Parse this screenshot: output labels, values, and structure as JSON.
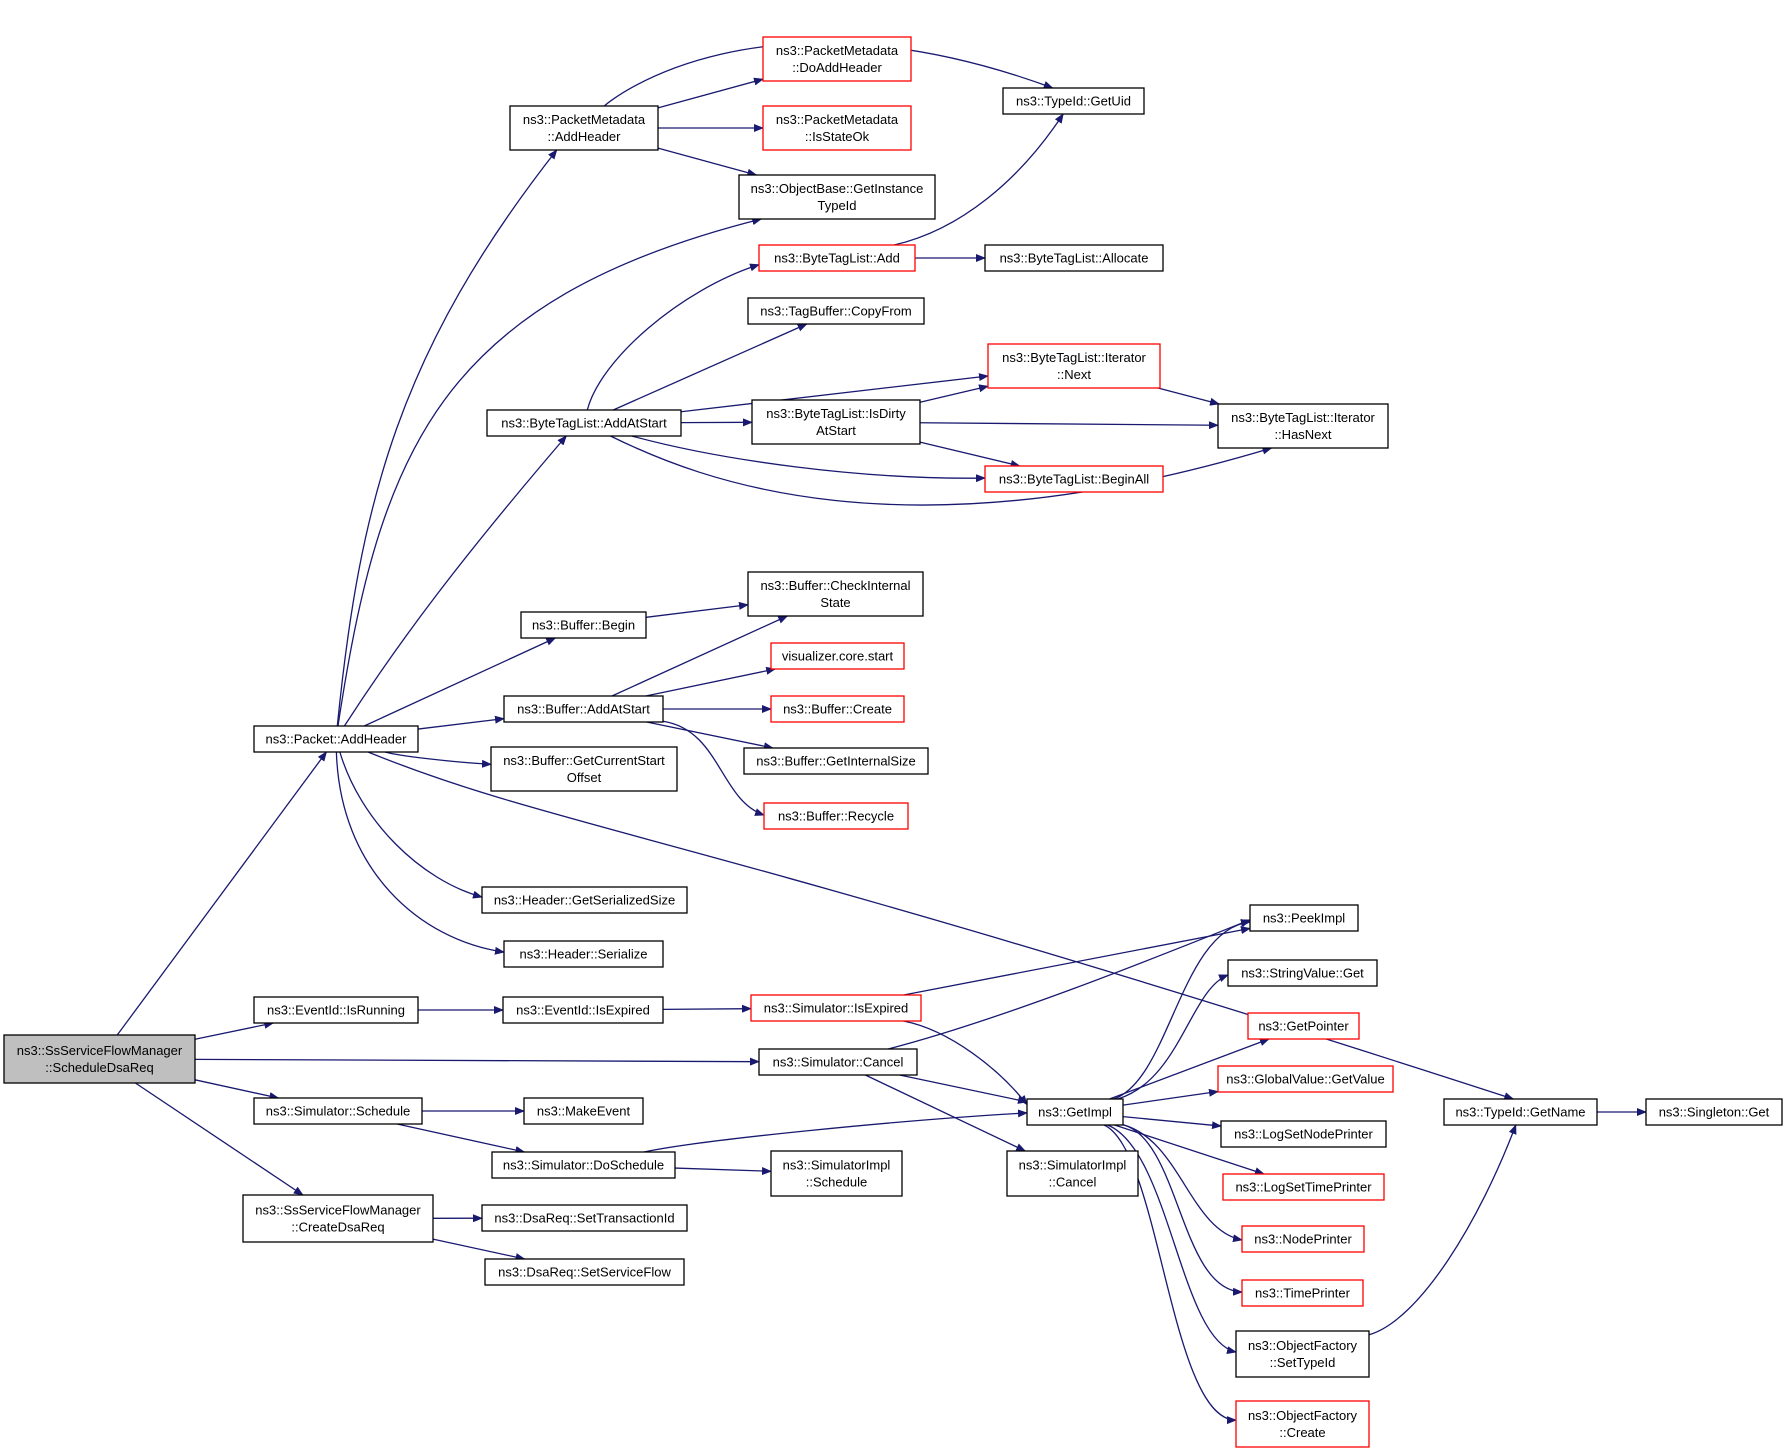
{
  "colors": {
    "edge": "#191970",
    "node_border": "#000000",
    "incomplete_border": "#ff0000",
    "root_fill": "#bfbfbf",
    "node_fill": "#ffffff"
  },
  "nodes": [
    {
      "id": "root",
      "lines": [
        "ns3::SsServiceFlowManager",
        "::ScheduleDsaReq"
      ],
      "kind": "root"
    },
    {
      "id": "packet_addheader",
      "lines": [
        "ns3::Packet::AddHeader"
      ],
      "kind": "normal"
    },
    {
      "id": "eventid_isrunning",
      "lines": [
        "ns3::EventId::IsRunning"
      ],
      "kind": "normal"
    },
    {
      "id": "simulator_cancel",
      "lines": [
        "ns3::Simulator::Cancel"
      ],
      "kind": "normal"
    },
    {
      "id": "simulator_schedule",
      "lines": [
        "ns3::Simulator::Schedule"
      ],
      "kind": "normal"
    },
    {
      "id": "createdsareq",
      "lines": [
        "ns3::SsServiceFlowManager",
        "::CreateDsaReq"
      ],
      "kind": "normal"
    },
    {
      "id": "pm_addheader",
      "lines": [
        "ns3::PacketMetadata",
        "::AddHeader"
      ],
      "kind": "normal"
    },
    {
      "id": "pm_doaddheader",
      "lines": [
        "ns3::PacketMetadata",
        "::DoAddHeader"
      ],
      "kind": "red"
    },
    {
      "id": "pm_isstateok",
      "lines": [
        "ns3::PacketMetadata",
        "::IsStateOk"
      ],
      "kind": "red"
    },
    {
      "id": "typeid_getuid",
      "lines": [
        "ns3::TypeId::GetUid"
      ],
      "kind": "normal"
    },
    {
      "id": "objectbase_getinstancetypeid",
      "lines": [
        "ns3::ObjectBase::GetInstance",
        "TypeId"
      ],
      "kind": "normal"
    },
    {
      "id": "btl_add",
      "lines": [
        "ns3::ByteTagList::Add"
      ],
      "kind": "red"
    },
    {
      "id": "btl_allocate",
      "lines": [
        "ns3::ByteTagList::Allocate"
      ],
      "kind": "normal"
    },
    {
      "id": "tagbuffer_copyfrom",
      "lines": [
        "ns3::TagBuffer::CopyFrom"
      ],
      "kind": "normal"
    },
    {
      "id": "btl_iter_next",
      "lines": [
        "ns3::ByteTagList::Iterator",
        "::Next"
      ],
      "kind": "red"
    },
    {
      "id": "btl_addatstart",
      "lines": [
        "ns3::ByteTagList::AddAtStart"
      ],
      "kind": "normal"
    },
    {
      "id": "btl_isdirtyatstart",
      "lines": [
        "ns3::ByteTagList::IsDirty",
        "AtStart"
      ],
      "kind": "normal"
    },
    {
      "id": "btl_iter_hasnext",
      "lines": [
        "ns3::ByteTagList::Iterator",
        "::HasNext"
      ],
      "kind": "normal"
    },
    {
      "id": "btl_beginall",
      "lines": [
        "ns3::ByteTagList::BeginAll"
      ],
      "kind": "red"
    },
    {
      "id": "buffer_checkinternalstate",
      "lines": [
        "ns3::Buffer::CheckInternal",
        "State"
      ],
      "kind": "normal"
    },
    {
      "id": "buffer_begin",
      "lines": [
        "ns3::Buffer::Begin"
      ],
      "kind": "normal"
    },
    {
      "id": "visualizer_core_start",
      "lines": [
        "visualizer.core.start"
      ],
      "kind": "red"
    },
    {
      "id": "buffer_addatstart",
      "lines": [
        "ns3::Buffer::AddAtStart"
      ],
      "kind": "normal"
    },
    {
      "id": "buffer_create",
      "lines": [
        "ns3::Buffer::Create"
      ],
      "kind": "red"
    },
    {
      "id": "buffer_getinternalsize",
      "lines": [
        "ns3::Buffer::GetInternalSize"
      ],
      "kind": "normal"
    },
    {
      "id": "buffer_getcurrentstartoffset",
      "lines": [
        "ns3::Buffer::GetCurrentStart",
        "Offset"
      ],
      "kind": "normal"
    },
    {
      "id": "buffer_recycle",
      "lines": [
        "ns3::Buffer::Recycle"
      ],
      "kind": "red"
    },
    {
      "id": "header_getserializedsize",
      "lines": [
        "ns3::Header::GetSerializedSize"
      ],
      "kind": "normal"
    },
    {
      "id": "header_serialize",
      "lines": [
        "ns3::Header::Serialize"
      ],
      "kind": "normal"
    },
    {
      "id": "peekimpl",
      "lines": [
        "ns3::PeekImpl"
      ],
      "kind": "normal"
    },
    {
      "id": "stringvalue_get",
      "lines": [
        "ns3::StringValue::Get"
      ],
      "kind": "normal"
    },
    {
      "id": "eventid_isexpired",
      "lines": [
        "ns3::EventId::IsExpired"
      ],
      "kind": "normal"
    },
    {
      "id": "simulator_isexpired",
      "lines": [
        "ns3::Simulator::IsExpired"
      ],
      "kind": "red"
    },
    {
      "id": "getpointer",
      "lines": [
        "ns3::GetPointer"
      ],
      "kind": "red"
    },
    {
      "id": "globalvalue_getvalue",
      "lines": [
        "ns3::GlobalValue::GetValue"
      ],
      "kind": "red"
    },
    {
      "id": "makeevent",
      "lines": [
        "ns3::MakeEvent"
      ],
      "kind": "normal"
    },
    {
      "id": "getimpl",
      "lines": [
        "ns3::GetImpl"
      ],
      "kind": "normal"
    },
    {
      "id": "typeid_getname",
      "lines": [
        "ns3::TypeId::GetName"
      ],
      "kind": "normal"
    },
    {
      "id": "singleton_get",
      "lines": [
        "ns3::Singleton::Get"
      ],
      "kind": "normal"
    },
    {
      "id": "logsetnodeprinter",
      "lines": [
        "ns3::LogSetNodePrinter"
      ],
      "kind": "normal"
    },
    {
      "id": "simulator_doschedule",
      "lines": [
        "ns3::Simulator::DoSchedule"
      ],
      "kind": "normal"
    },
    {
      "id": "simulatorimpl_schedule",
      "lines": [
        "ns3::SimulatorImpl",
        "::Schedule"
      ],
      "kind": "normal"
    },
    {
      "id": "simulatorimpl_cancel",
      "lines": [
        "ns3::SimulatorImpl",
        "::Cancel"
      ],
      "kind": "normal"
    },
    {
      "id": "logsettimeprinter",
      "lines": [
        "ns3::LogSetTimePrinter"
      ],
      "kind": "red"
    },
    {
      "id": "dsareq_settransactionid",
      "lines": [
        "ns3::DsaReq::SetTransactionId"
      ],
      "kind": "normal"
    },
    {
      "id": "nodeprinter",
      "lines": [
        "ns3::NodePrinter"
      ],
      "kind": "red"
    },
    {
      "id": "dsareq_setserviceflow",
      "lines": [
        "ns3::DsaReq::SetServiceFlow"
      ],
      "kind": "normal"
    },
    {
      "id": "timeprinter",
      "lines": [
        "ns3::TimePrinter"
      ],
      "kind": "red"
    },
    {
      "id": "objectfactory_settypeid",
      "lines": [
        "ns3::ObjectFactory",
        "::SetTypeId"
      ],
      "kind": "normal"
    },
    {
      "id": "objectfactory_create",
      "lines": [
        "ns3::ObjectFactory",
        "::Create"
      ],
      "kind": "red"
    }
  ],
  "edges": [
    [
      "root",
      "packet_addheader"
    ],
    [
      "root",
      "eventid_isrunning"
    ],
    [
      "root",
      "simulator_cancel"
    ],
    [
      "root",
      "simulator_schedule"
    ],
    [
      "root",
      "createdsareq"
    ],
    [
      "packet_addheader",
      "pm_addheader"
    ],
    [
      "packet_addheader",
      "objectbase_getinstancetypeid"
    ],
    [
      "packet_addheader",
      "btl_addatstart"
    ],
    [
      "packet_addheader",
      "buffer_begin"
    ],
    [
      "packet_addheader",
      "buffer_addatstart"
    ],
    [
      "packet_addheader",
      "buffer_getcurrentstartoffset"
    ],
    [
      "packet_addheader",
      "header_getserializedsize"
    ],
    [
      "packet_addheader",
      "header_serialize"
    ],
    [
      "packet_addheader",
      "typeid_getname"
    ],
    [
      "pm_addheader",
      "typeid_getuid"
    ],
    [
      "pm_addheader",
      "pm_doaddheader"
    ],
    [
      "pm_addheader",
      "pm_isstateok"
    ],
    [
      "pm_addheader",
      "objectbase_getinstancetypeid"
    ],
    [
      "btl_add",
      "typeid_getuid"
    ],
    [
      "btl_add",
      "btl_allocate"
    ],
    [
      "btl_addatstart",
      "btl_add"
    ],
    [
      "btl_addatstart",
      "tagbuffer_copyfrom"
    ],
    [
      "btl_addatstart",
      "btl_iter_next"
    ],
    [
      "btl_addatstart",
      "btl_isdirtyatstart"
    ],
    [
      "btl_addatstart",
      "btl_beginall"
    ],
    [
      "btl_addatstart",
      "btl_iter_hasnext"
    ],
    [
      "btl_isdirtyatstart",
      "btl_iter_next"
    ],
    [
      "btl_isdirtyatstart",
      "btl_iter_hasnext"
    ],
    [
      "btl_isdirtyatstart",
      "btl_beginall"
    ],
    [
      "btl_iter_next",
      "btl_iter_hasnext"
    ],
    [
      "buffer_begin",
      "buffer_checkinternalstate"
    ],
    [
      "buffer_addatstart",
      "buffer_checkinternalstate"
    ],
    [
      "buffer_addatstart",
      "visualizer_core_start"
    ],
    [
      "buffer_addatstart",
      "buffer_create"
    ],
    [
      "buffer_addatstart",
      "buffer_getinternalsize"
    ],
    [
      "buffer_addatstart",
      "buffer_recycle"
    ],
    [
      "eventid_isrunning",
      "eventid_isexpired"
    ],
    [
      "eventid_isexpired",
      "simulator_isexpired"
    ],
    [
      "simulator_isexpired",
      "peekimpl"
    ],
    [
      "simulator_isexpired",
      "getimpl"
    ],
    [
      "simulator_cancel",
      "peekimpl"
    ],
    [
      "simulator_cancel",
      "getimpl"
    ],
    [
      "simulator_cancel",
      "simulatorimpl_cancel"
    ],
    [
      "simulator_schedule",
      "makeevent"
    ],
    [
      "simulator_schedule",
      "simulator_doschedule"
    ],
    [
      "simulator_doschedule",
      "getimpl"
    ],
    [
      "simulator_doschedule",
      "simulatorimpl_schedule"
    ],
    [
      "createdsareq",
      "dsareq_settransactionid"
    ],
    [
      "createdsareq",
      "dsareq_setserviceflow"
    ],
    [
      "getimpl",
      "peekimpl"
    ],
    [
      "getimpl",
      "stringvalue_get"
    ],
    [
      "getimpl",
      "getpointer"
    ],
    [
      "getimpl",
      "globalvalue_getvalue"
    ],
    [
      "getimpl",
      "logsetnodeprinter"
    ],
    [
      "getimpl",
      "logsettimeprinter"
    ],
    [
      "getimpl",
      "nodeprinter"
    ],
    [
      "getimpl",
      "timeprinter"
    ],
    [
      "getimpl",
      "objectfactory_settypeid"
    ],
    [
      "getimpl",
      "objectfactory_create"
    ],
    [
      "objectfactory_settypeid",
      "typeid_getname"
    ],
    [
      "typeid_getname",
      "singleton_get"
    ]
  ]
}
